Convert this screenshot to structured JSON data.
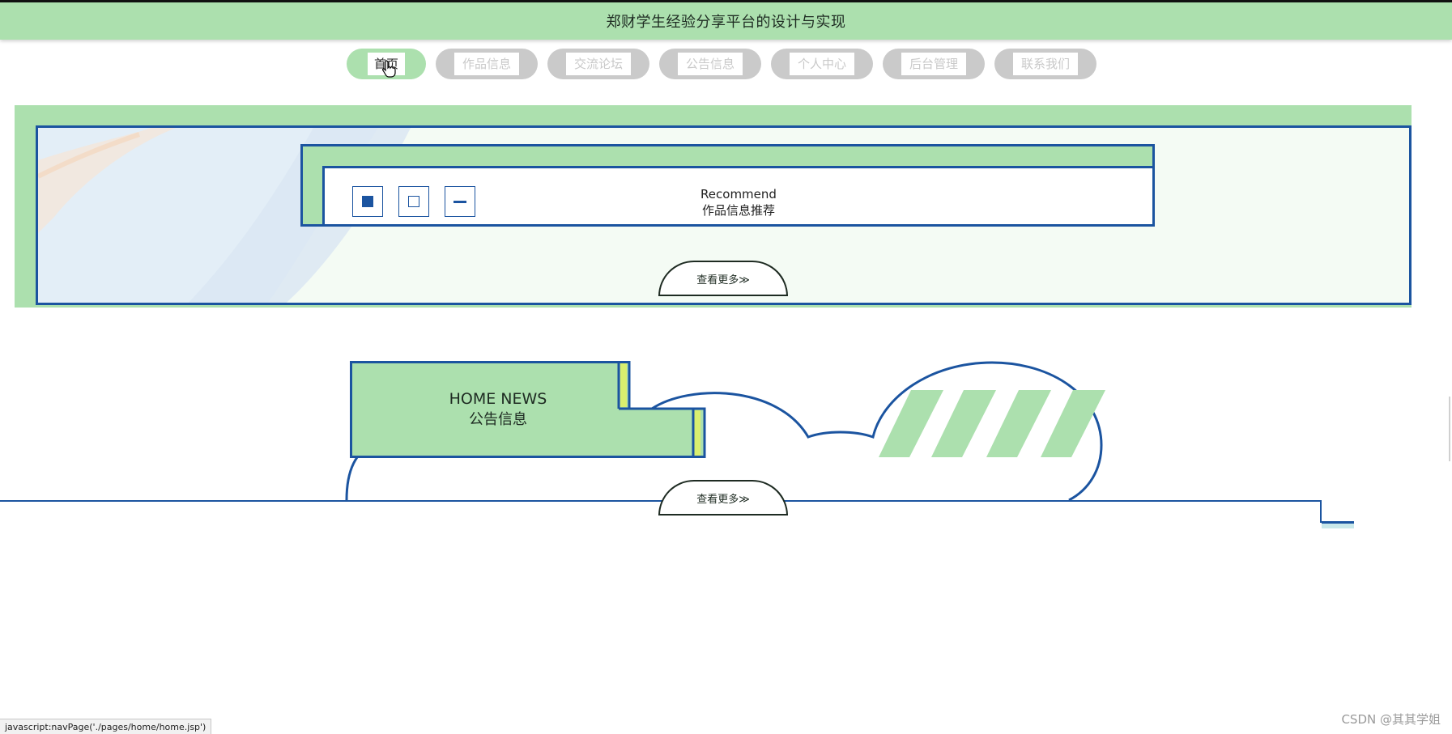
{
  "header": {
    "title": "郑财学生经验分享平台的设计与实现"
  },
  "nav": {
    "items": [
      {
        "label": "首页",
        "active": true
      },
      {
        "label": "作品信息"
      },
      {
        "label": "交流论坛"
      },
      {
        "label": "公告信息"
      },
      {
        "label": "个人中心"
      },
      {
        "label": "后台管理"
      },
      {
        "label": "联系我们"
      }
    ]
  },
  "recommend": {
    "title_en": "Recommend",
    "title_cn": "作品信息推荐",
    "more_label": "查看更多≫"
  },
  "news": {
    "title_en": "HOME NEWS",
    "title_cn": "公告信息",
    "more_label": "查看更多≫"
  },
  "status_bar": {
    "url": "javascript:navPage('./pages/home/home.jsp')"
  },
  "watermark": "CSDN @其其学姐",
  "colors": {
    "accent_green": "#ace0ae",
    "frame_blue": "#1b54a0",
    "nav_inactive": "#cacaca"
  }
}
